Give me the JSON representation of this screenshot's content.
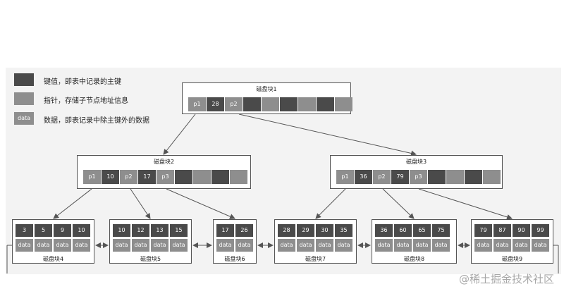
{
  "legend": [
    {
      "type": "key",
      "swatch": "",
      "text": "键值，即表中记录的主键"
    },
    {
      "type": "pointer",
      "swatch": "",
      "text": "指针，存储子节点地址信息"
    },
    {
      "type": "data",
      "swatch": "data",
      "text": "数据，即表记录中除主键外的数据"
    }
  ],
  "internal_blocks": [
    {
      "title": "磁盘块1",
      "cells": [
        "p1",
        "28",
        "p2",
        "",
        "",
        "",
        "",
        "",
        ""
      ]
    },
    {
      "title": "磁盘块2",
      "cells": [
        "p1",
        "10",
        "p2",
        "17",
        "p3",
        "",
        "",
        "",
        ""
      ]
    },
    {
      "title": "磁盘块3",
      "cells": [
        "p1",
        "36",
        "p2",
        "79",
        "p3",
        "",
        "",
        "",
        ""
      ]
    }
  ],
  "leaf_blocks": [
    {
      "title": "磁盘块4",
      "keys": [
        "3",
        "5",
        "9",
        "10"
      ],
      "data": [
        "data",
        "data",
        "data",
        "data"
      ]
    },
    {
      "title": "磁盘块5",
      "keys": [
        "10",
        "12",
        "13",
        "15"
      ],
      "data": [
        "data",
        "data",
        "data",
        "data"
      ]
    },
    {
      "title": "磁盘块6",
      "keys": [
        "17",
        "26"
      ],
      "data": [
        "data",
        "data"
      ]
    },
    {
      "title": "磁盘块7",
      "keys": [
        "28",
        "29",
        "30",
        "35"
      ],
      "data": [
        "data",
        "data",
        "data",
        "data"
      ]
    },
    {
      "title": "磁盘块8",
      "keys": [
        "36",
        "60",
        "65",
        "75"
      ],
      "data": [
        "data",
        "data",
        "data",
        "data"
      ]
    },
    {
      "title": "磁盘块9",
      "keys": [
        "79",
        "87",
        "90",
        "99"
      ],
      "data": [
        "data",
        "data",
        "data",
        "data"
      ]
    }
  ],
  "watermark": "@稀土掘金技术社区",
  "colors": {
    "key": "#4a4a4a",
    "pointer": "#8e8e8e",
    "data": "#8e8e8e",
    "border": "#555555",
    "background": "#f3f3f3"
  }
}
